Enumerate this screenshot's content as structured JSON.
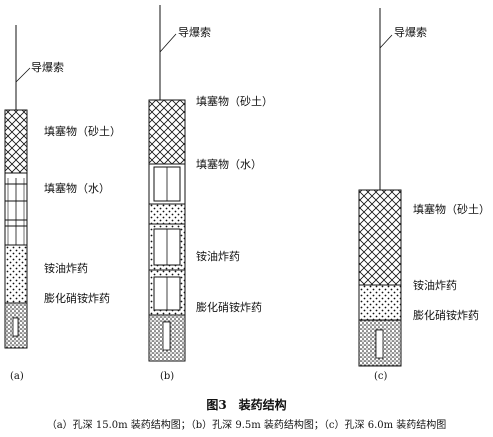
{
  "figure": {
    "title": "图3　装药结构",
    "caption": "（a）孔深 15.0m 装药结构图；（b）孔深 9.5m 装药结构图；（c）孔深 6.0m 装药结构图"
  },
  "panels": [
    {
      "tag": "(a)",
      "labels": {
        "detonating_cord": "导爆索",
        "stemming_sand": "填塞物（砂土）",
        "stemming_water": "填塞物（水）",
        "anfo": "铵油炸药",
        "expanded_an": "膨化硝铵炸药"
      }
    },
    {
      "tag": "(b)",
      "labels": {
        "detonating_cord": "导爆索",
        "stemming_sand": "填塞物（砂土）",
        "stemming_water": "填塞物（水）",
        "anfo": "铵油炸药",
        "expanded_an": "膨化硝铵炸药"
      }
    },
    {
      "tag": "(c)",
      "labels": {
        "detonating_cord": "导爆索",
        "stemming_sand": "填塞物（砂土）",
        "anfo": "铵油炸药",
        "expanded_an": "膨化硝铵炸药"
      }
    }
  ]
}
